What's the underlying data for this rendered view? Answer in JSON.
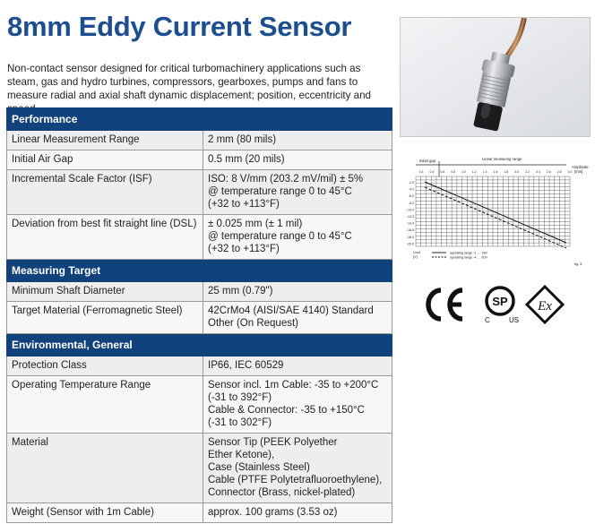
{
  "title": "8mm Eddy Current Sensor",
  "intro": "Non-contact sensor designed for critical turbomachinery applications such as steam, gas and hydro turbines, compressors, gearboxes, pumps and fans to measure radial and axial shaft dynamic displacement; position, eccentricity and speed.",
  "sections": [
    {
      "heading": "Performance",
      "rows": [
        {
          "label": "Linear Measurement Range",
          "value": [
            "2 mm (80 mils)"
          ]
        },
        {
          "label": "Initial Air Gap",
          "value": [
            "0.5 mm (20 mils)"
          ]
        },
        {
          "label": "Incremental Scale Factor (ISF)",
          "value": [
            "ISO: 8 V/mm (203.2 mV/mil) ± 5%",
            "@ temperature range 0 to 45°C",
            "(+32 to +113°F)"
          ]
        },
        {
          "label": "Deviation from best fit straight line (DSL)",
          "value": [
            "± 0.025 mm (± 1 mil)",
            "@ temperature range 0 to 45°C",
            "(+32 to +113°F)"
          ]
        }
      ]
    },
    {
      "heading": "Measuring Target",
      "rows": [
        {
          "label": "Minimum Shaft Diameter",
          "value": [
            "25 mm (0.79\")"
          ]
        },
        {
          "label": "Target Material (Ferromagnetic Steel)",
          "value": [
            "42CrMo4 (AISI/SAE 4140) Standard",
            "Other (On Request)"
          ]
        }
      ]
    },
    {
      "heading": "Environmental, General",
      "rows": [
        {
          "label": "Protection Class",
          "value": [
            "IP66, IEC 60529"
          ]
        },
        {
          "label": "Operating Temperature Range",
          "value": [
            "Sensor incl. 1m Cable: -35 to +200°C",
            "(-31 to 392°F)",
            "Cable & Connector: -35 to +150°C",
            "(-31 to 302°F)"
          ]
        },
        {
          "label": "Material",
          "value": [
            "Sensor Tip (PEEK Polyether",
            "Ether Ketone),",
            "Case (Stainless Steel)",
            "Cable (PTFE Polytetrafluoroethylene),",
            "Connector (Brass, nickel-plated)"
          ]
        },
        {
          "label": "Weight (Sensor with 1m Cable)",
          "value": [
            "approx. 100 grams (3.53 oz)"
          ]
        }
      ]
    }
  ],
  "figure": {
    "initial_gap_label": "Initial gap",
    "linear_range_label": "Linear measuring range",
    "amplitude_label": "Amplitude",
    "amplitude_unit": "[mm]",
    "x_ticks": [
      "0.2",
      "0.4",
      "0.6",
      "0.8",
      "1.0",
      "1.2",
      "1.4",
      "1.6",
      "1.8",
      "2.0",
      "2.2",
      "2.4",
      "2.6",
      "2.8",
      "3.0"
    ],
    "y_ticks": [
      "-2.0",
      "-4.0",
      "-6.0",
      "-8.0",
      "-10.0",
      "-12.0",
      "-14.0",
      "-16.0",
      "-18.0",
      "-20.0"
    ],
    "y_label": "Uout",
    "y_unit": "[V]",
    "legend_solid": "operating range -2 ... -18V",
    "legend_dashed": "operating range -4 ... -20V",
    "fig_label": "fig. 3"
  },
  "certifications": [
    {
      "name": "CE",
      "icon": "ce-mark-icon"
    },
    {
      "name": "CSA",
      "icon": "csa-mark-icon",
      "sub_left": "C",
      "sub_right": "US"
    },
    {
      "name": "Ex",
      "icon": "ex-mark-icon"
    }
  ],
  "colors": {
    "title": "#1d4e8f",
    "header_bg": "#12427c"
  }
}
